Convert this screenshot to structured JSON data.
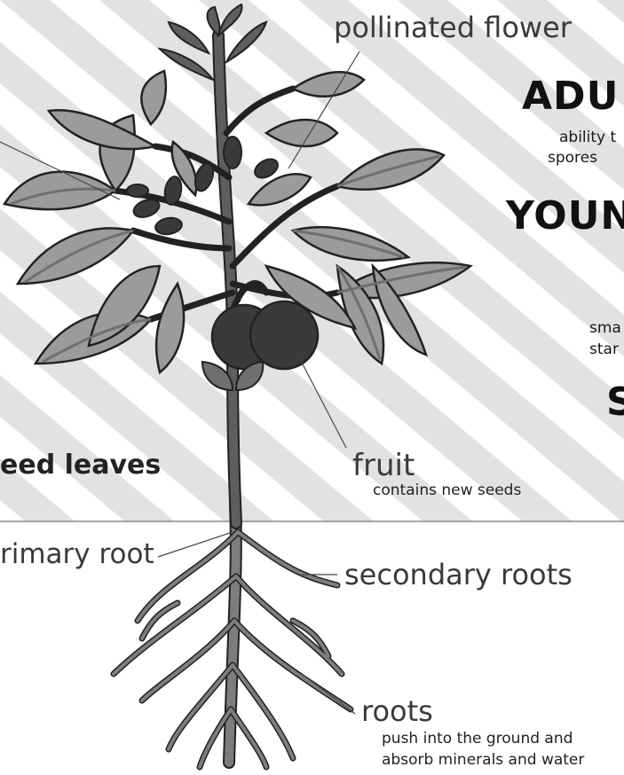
{
  "labels": {
    "pollinated_flower": "pollinated flower",
    "seed_leaves": "eed leaves",
    "primary_root": "rimary root",
    "fruit": "fruit",
    "fruit_desc": "contains new seeds",
    "secondary_roots": "secondary roots",
    "roots": "roots",
    "roots_desc_1": "push into the ground and",
    "roots_desc_2": "absorb minerals and water"
  },
  "stages": {
    "adult_title": "ADU",
    "adult_desc_1": "ability t",
    "adult_desc_2": "spores",
    "young_title": "YOUN",
    "young_desc_1": "sma",
    "young_desc_2": "star",
    "seed_title": "S"
  },
  "colors": {
    "stripe": "#e2e2e2",
    "leaf": "#9b9b9b",
    "leaf_dark": "#6f6f6f",
    "stem": "#5e5e5e",
    "fruit": "#3a3a3a",
    "root": "#7d7d7d",
    "outline": "#222222"
  }
}
